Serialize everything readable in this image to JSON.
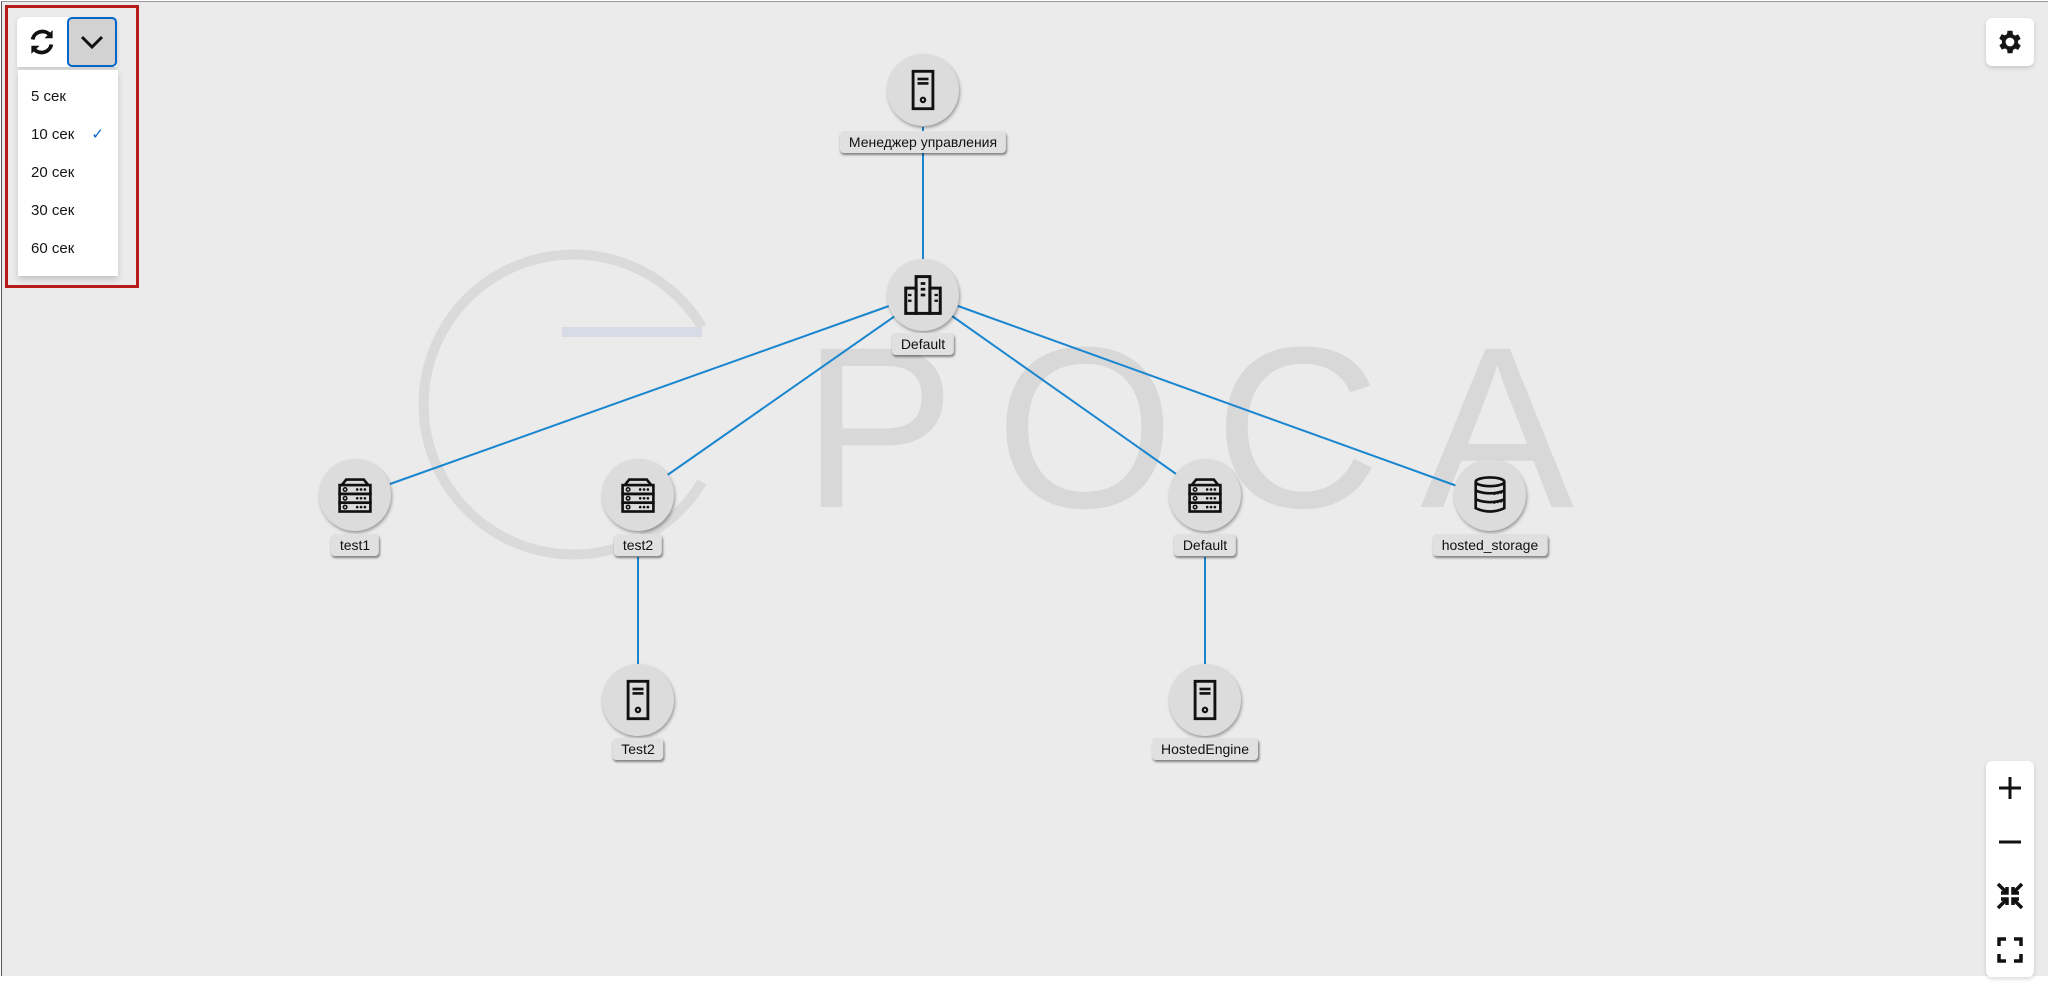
{
  "refresh_menu": {
    "items": [
      {
        "label": "5 сек",
        "selected": false
      },
      {
        "label": "10 сек",
        "selected": true
      },
      {
        "label": "20 сек",
        "selected": false
      },
      {
        "label": "30 сек",
        "selected": false
      },
      {
        "label": "60 сек",
        "selected": false
      }
    ],
    "check_mark": "✓"
  },
  "watermark": "POCA",
  "colors": {
    "edge": "#1a86d0",
    "accent": "#0066cc",
    "highlight": "#b71c1c"
  },
  "nodes": {
    "manager": {
      "label": "Менеджер управления",
      "icon": "server-tower-icon"
    },
    "datacenter": {
      "label": "Default",
      "icon": "building-icon"
    },
    "host_test1": {
      "label": "test1",
      "icon": "rack-server-icon"
    },
    "host_test2": {
      "label": "test2",
      "icon": "rack-server-icon"
    },
    "cluster_default": {
      "label": "Default",
      "icon": "rack-server-icon"
    },
    "storage": {
      "label": "hosted_storage",
      "icon": "database-icon"
    },
    "vm_test2": {
      "label": "Test2",
      "icon": "server-tower-icon"
    },
    "vm_hostedengine": {
      "label": "HostedEngine",
      "icon": "server-tower-icon"
    }
  }
}
